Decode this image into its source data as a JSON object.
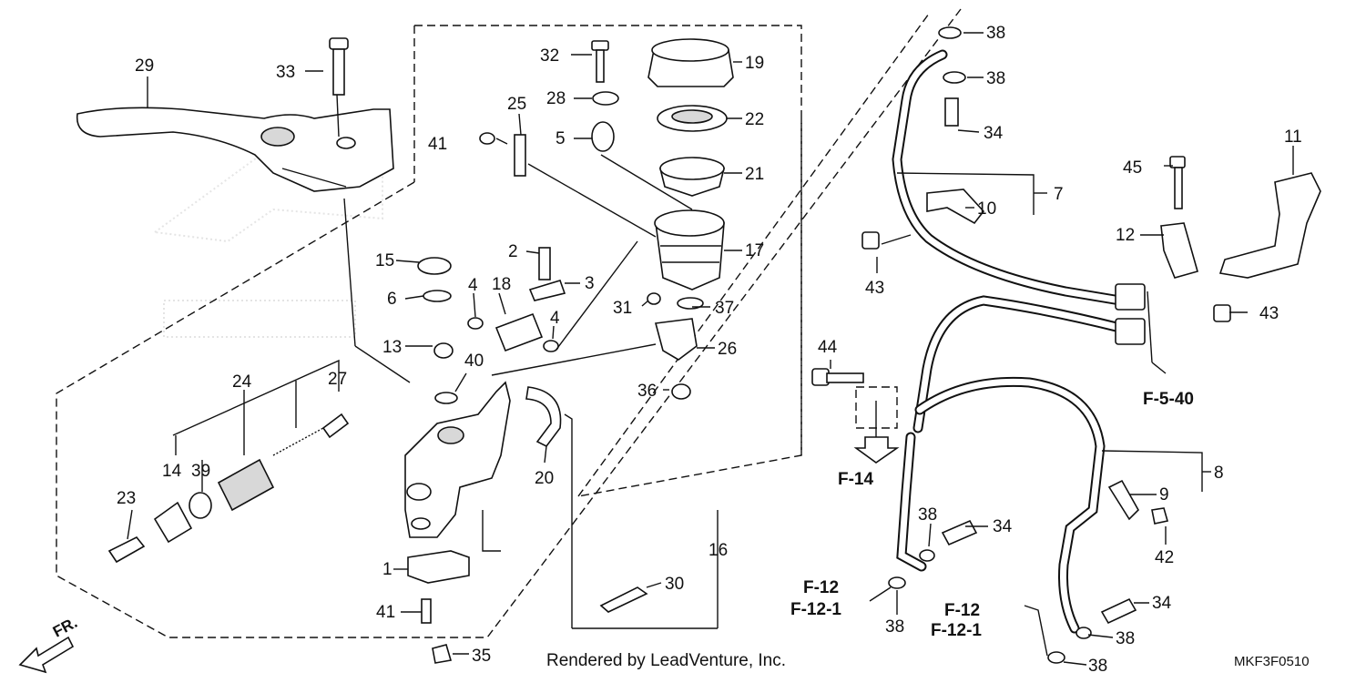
{
  "parts": {
    "p1": "1",
    "p2": "2",
    "p3": "3",
    "p4a": "4",
    "p4b": "4",
    "p5": "5",
    "p6": "6",
    "p7": "7",
    "p8": "8",
    "p9": "9",
    "p10": "10",
    "p11": "11",
    "p12": "12",
    "p13": "13",
    "p14": "14",
    "p15": "15",
    "p16": "16",
    "p17": "17",
    "p18": "18",
    "p19": "19",
    "p20": "20",
    "p21": "21",
    "p22": "22",
    "p23": "23",
    "p24": "24",
    "p25": "25",
    "p26": "26",
    "p27": "27",
    "p28": "28",
    "p29": "29",
    "p30": "30",
    "p31": "31",
    "p32": "32",
    "p33": "33",
    "p34a": "34",
    "p34b": "34",
    "p34c": "34",
    "p35": "35",
    "p36": "36",
    "p37": "37",
    "p38a": "38",
    "p38b": "38",
    "p38c": "38",
    "p38d": "38",
    "p38e": "38",
    "p38f": "38",
    "p39": "39",
    "p40": "40",
    "p41a": "41",
    "p41b": "41",
    "p42": "42",
    "p43a": "43",
    "p43b": "43",
    "p44": "44",
    "p45": "45"
  },
  "refs": {
    "f540": "F-5-40",
    "f14": "F-14",
    "f12a": "F-12",
    "f121a": "F-12-1",
    "f12b": "F-12",
    "f121b": "F-12-1"
  },
  "direction": "FR.",
  "credit": "Rendered by LeadVenture, Inc.",
  "diagram_code": "MKF3F0510"
}
